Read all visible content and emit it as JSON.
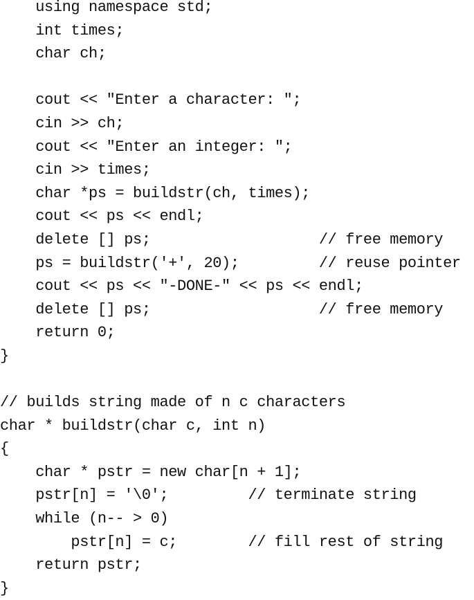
{
  "code": {
    "lines": [
      "    using namespace std;",
      "    int times;",
      "    char ch;",
      "",
      "    cout << \"Enter a character: \";",
      "    cin >> ch;",
      "    cout << \"Enter an integer: \";",
      "    cin >> times;",
      "    char *ps = buildstr(ch, times);",
      "    cout << ps << endl;",
      "    delete [] ps;                   // free memory",
      "    ps = buildstr('+', 20);         // reuse pointer",
      "    cout << ps << \"-DONE-\" << ps << endl;",
      "    delete [] ps;                   // free memory",
      "    return 0;",
      "}",
      "",
      "// builds string made of n c characters",
      "char * buildstr(char c, int n)",
      "{",
      "    char * pstr = new char[n + 1];",
      "    pstr[n] = '\\0';         // terminate string",
      "    while (n-- > 0)",
      "        pstr[n] = c;        // fill rest of string",
      "    return pstr;",
      "}"
    ]
  }
}
